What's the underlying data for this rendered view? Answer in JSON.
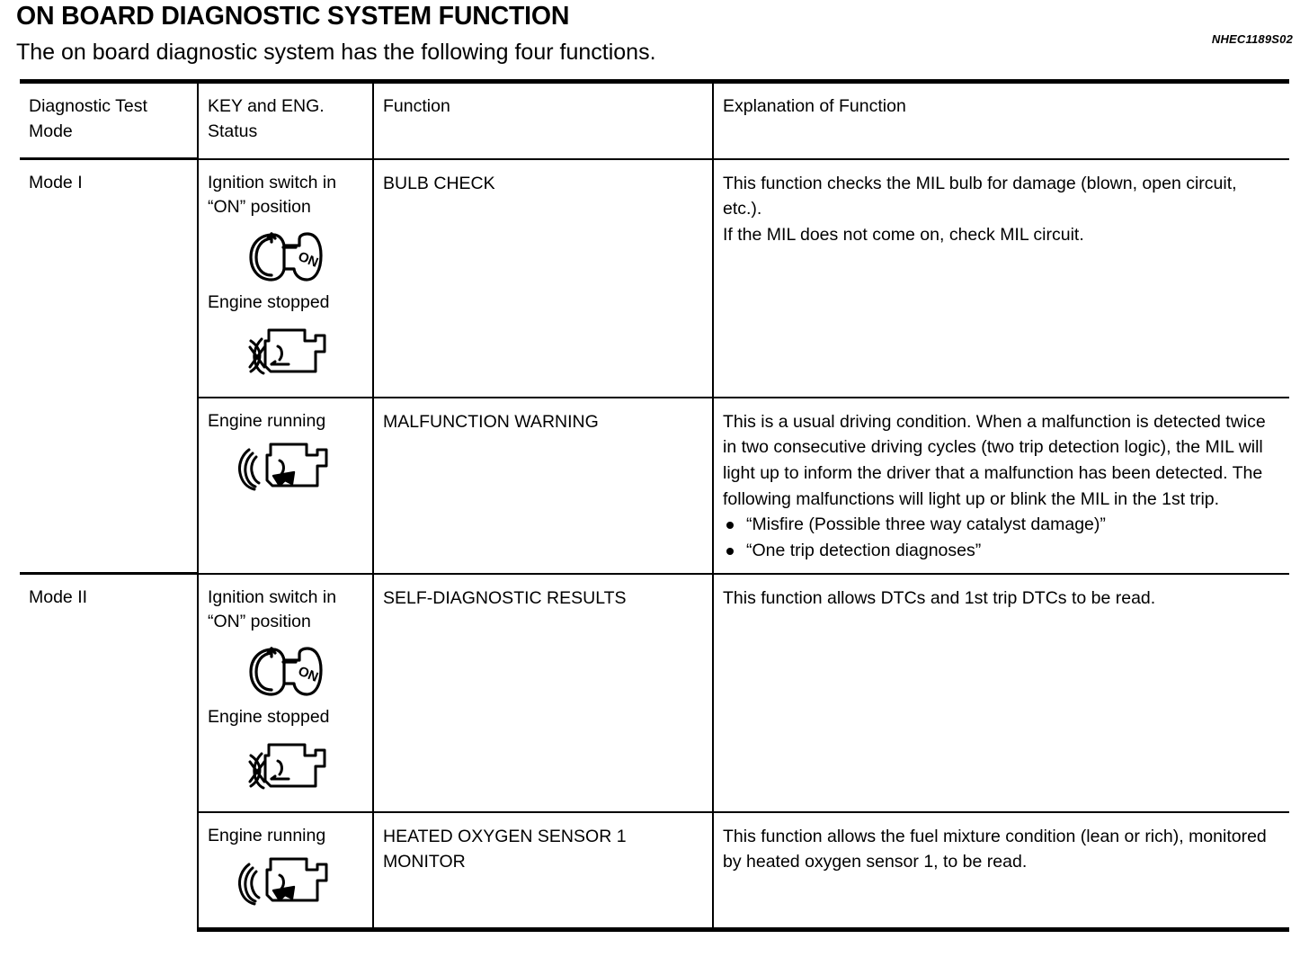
{
  "document": {
    "title": "ON BOARD DIAGNOSTIC SYSTEM FUNCTION",
    "subtitle": "The on board diagnostic system has the following four functions.",
    "reference_code": "NHEC1189S02"
  },
  "table": {
    "headers": {
      "mode": "Diagnostic Test Mode",
      "mode_line1": "Diagnostic Test",
      "mode_line2": "Mode",
      "key_status_line1": "KEY and ENG.",
      "key_status_line2": "Status",
      "function": "Function",
      "explanation": "Explanation of Function"
    },
    "rows": [
      {
        "mode": "Mode I",
        "key_status": {
          "line1": "Ignition switch in",
          "line2": "“ON” position",
          "key_icon_label": "ON",
          "engine_text": "Engine stopped",
          "engine_state": "stopped"
        },
        "function": "BULB CHECK",
        "explanation": {
          "paragraphs": [
            "This function checks the MIL bulb for damage (blown, open circuit, etc.).",
            "If the MIL does not come on, check MIL circuit."
          ],
          "bullets": []
        }
      },
      {
        "mode": "",
        "key_status": {
          "line1": "Engine running",
          "line2": "",
          "engine_state": "running"
        },
        "function": "MALFUNCTION WARNING",
        "explanation": {
          "paragraphs": [
            "This is a usual driving condition. When a malfunction is detected twice in two consecutive driving cycles (two trip detection logic), the MIL will light up to inform the driver that a malfunction has been detected. The following malfunctions will light up or blink the MIL in the 1st trip."
          ],
          "bullets": [
            "“Misfire (Possible three way catalyst damage)”",
            "“One trip detection diagnoses”"
          ]
        }
      },
      {
        "mode": "Mode II",
        "key_status": {
          "line1": "Ignition switch in",
          "line2": "“ON” position",
          "key_icon_label": "ON",
          "engine_text": "Engine stopped",
          "engine_state": "stopped"
        },
        "function": "SELF-DIAGNOSTIC RESULTS",
        "explanation": {
          "paragraphs": [
            "This function allows DTCs and 1st trip DTCs to be read."
          ],
          "bullets": []
        }
      },
      {
        "mode": "",
        "key_status": {
          "line1": "Engine running",
          "line2": "",
          "engine_state": "running"
        },
        "function": "HEATED OXYGEN SENSOR 1 MONITOR",
        "explanation": {
          "paragraphs": [
            "This function allows the fuel mixture condition (lean or rich), monitored by heated oxygen sensor 1, to be read."
          ],
          "bullets": []
        }
      }
    ]
  }
}
